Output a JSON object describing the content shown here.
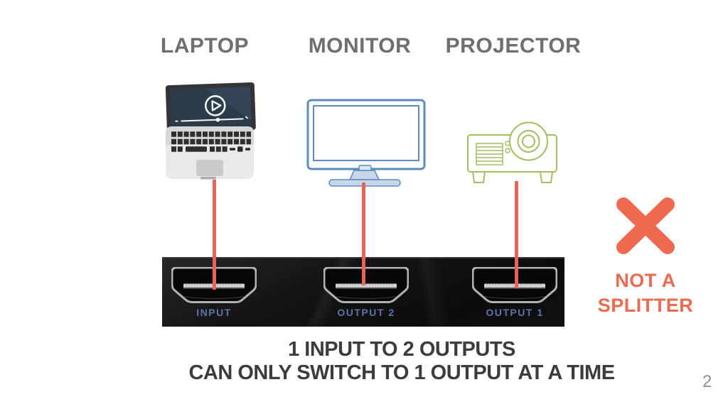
{
  "page": {
    "number": "2"
  },
  "devices": [
    {
      "name": "laptop",
      "label": "LAPTOP",
      "icon": "laptop-video-icon"
    },
    {
      "name": "monitor",
      "label": "MONITOR",
      "icon": "monitor-icon"
    },
    {
      "name": "projector",
      "label": "PROJECTOR",
      "icon": "projector-icon"
    }
  ],
  "switch_panel": {
    "description": "photo strip of HDMI switch rear ports",
    "ports": [
      {
        "label": "INPUT"
      },
      {
        "label": "OUTPUT 2"
      },
      {
        "label": "OUTPUT 1"
      }
    ]
  },
  "warning": {
    "icon": "cross-icon",
    "line1": "NOT A",
    "line2": "SPLITTER"
  },
  "caption": {
    "line1": "1 INPUT TO 2 OUTPUTS",
    "line2": "CAN ONLY SWITCH TO 1 OUTPUT AT A TIME"
  },
  "colors": {
    "accent_red": "#ed6a52",
    "connector_red": "#e8645a",
    "monitor_blue": "#5d8bc2",
    "projector_green": "#a2bf62",
    "label_gray": "#6e6f72",
    "caption_dark": "#3c3c3c",
    "port_label_blue": "#5c74a6"
  }
}
